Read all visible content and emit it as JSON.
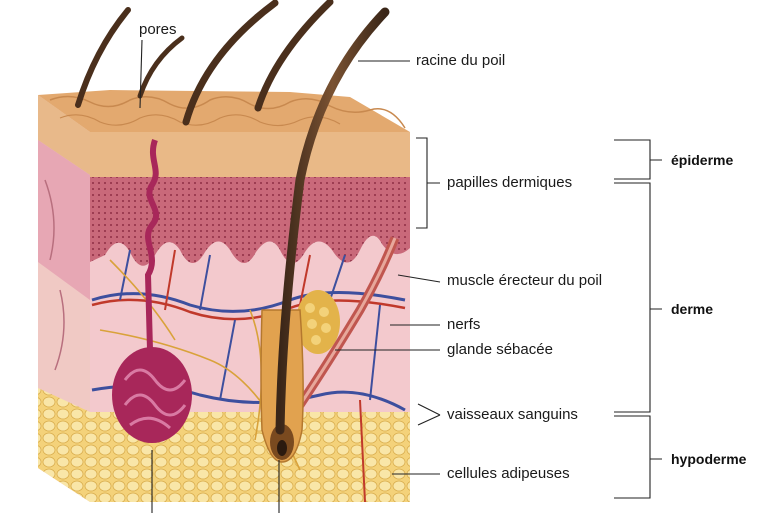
{
  "labels": {
    "pores": "pores",
    "racine": "racine du poil",
    "papilles": "papilles dermiques",
    "muscle": "muscle érecteur du poil",
    "nerfs": "nerfs",
    "glande": "glande sébacée",
    "vaisseaux": "vaisseaux sanguins",
    "adipeuses": "cellules adipeuses"
  },
  "zones": {
    "epiderme": "épiderme",
    "derme": "derme",
    "hypoderme": "hypoderme"
  }
}
